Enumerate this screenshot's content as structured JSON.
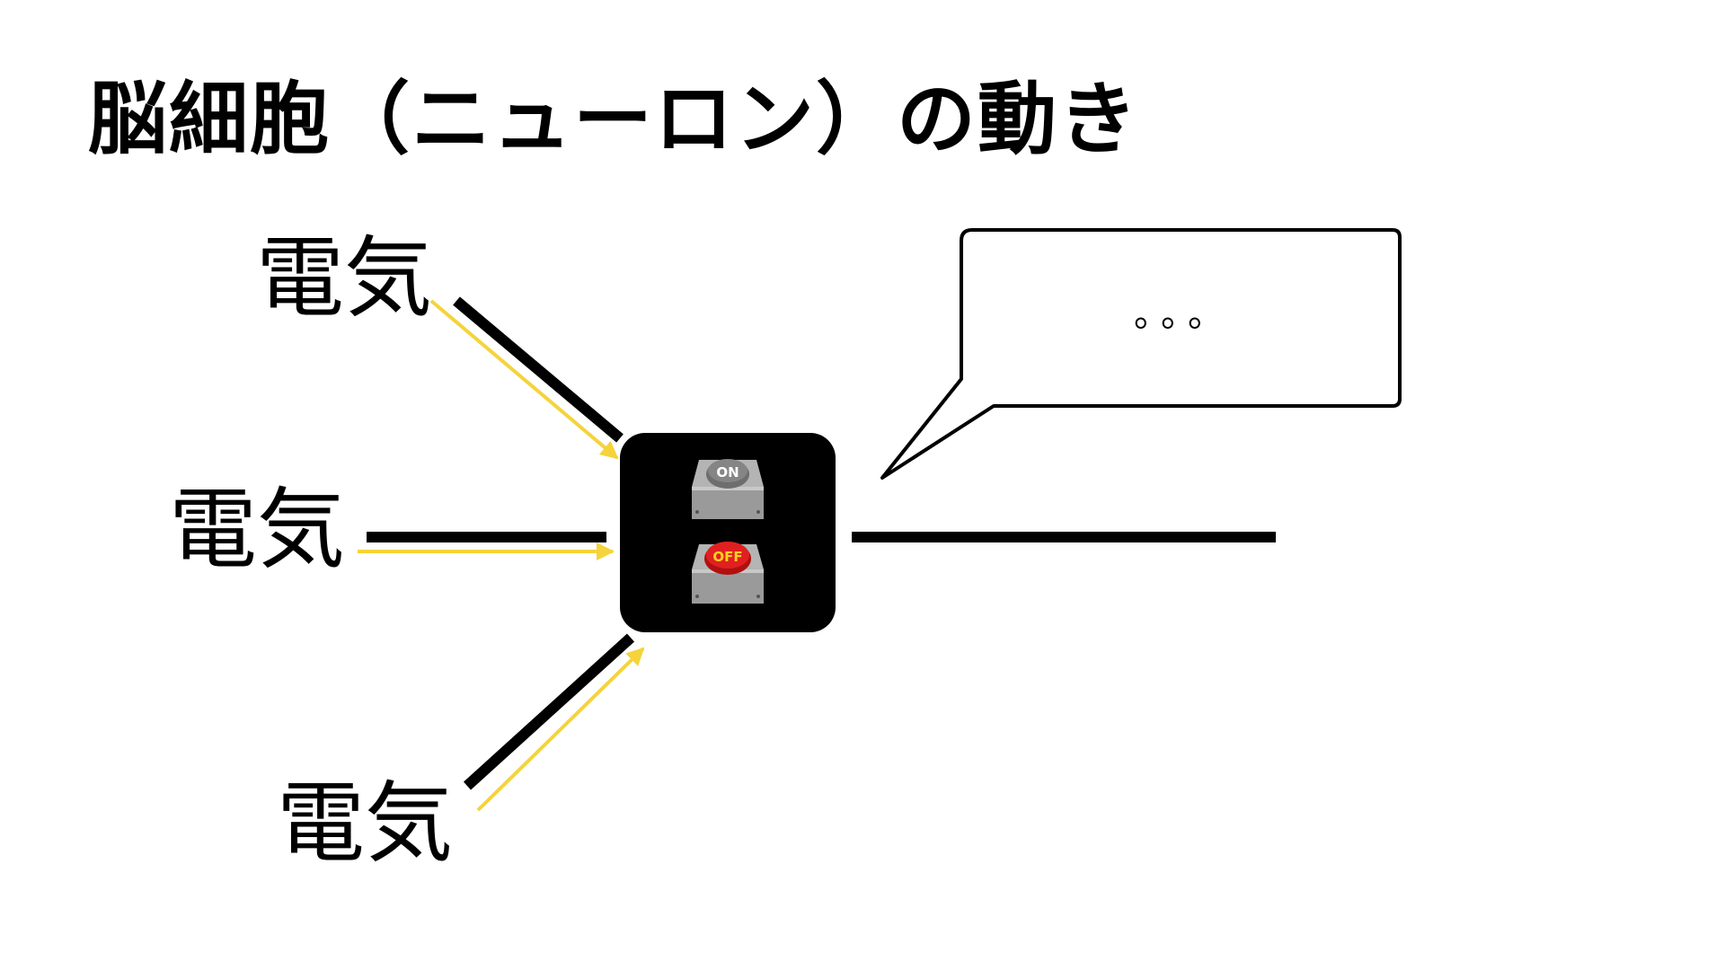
{
  "title": "脳細胞（ニューロン）の動き",
  "inputs": [
    {
      "label": "電気"
    },
    {
      "label": "電気"
    },
    {
      "label": "電気"
    }
  ],
  "neuron": {
    "on_button_label": "ON",
    "off_button_label": "OFF"
  },
  "speech_bubble": {
    "text": "。。。"
  },
  "colors": {
    "line": "#000000",
    "signal_arrow": "#f5d33b",
    "neuron_body": "#000000",
    "button_base": "#9a9a9a",
    "on_button": "#6e6e6e",
    "off_button": "#e02020",
    "off_text": "#ffd21f"
  }
}
